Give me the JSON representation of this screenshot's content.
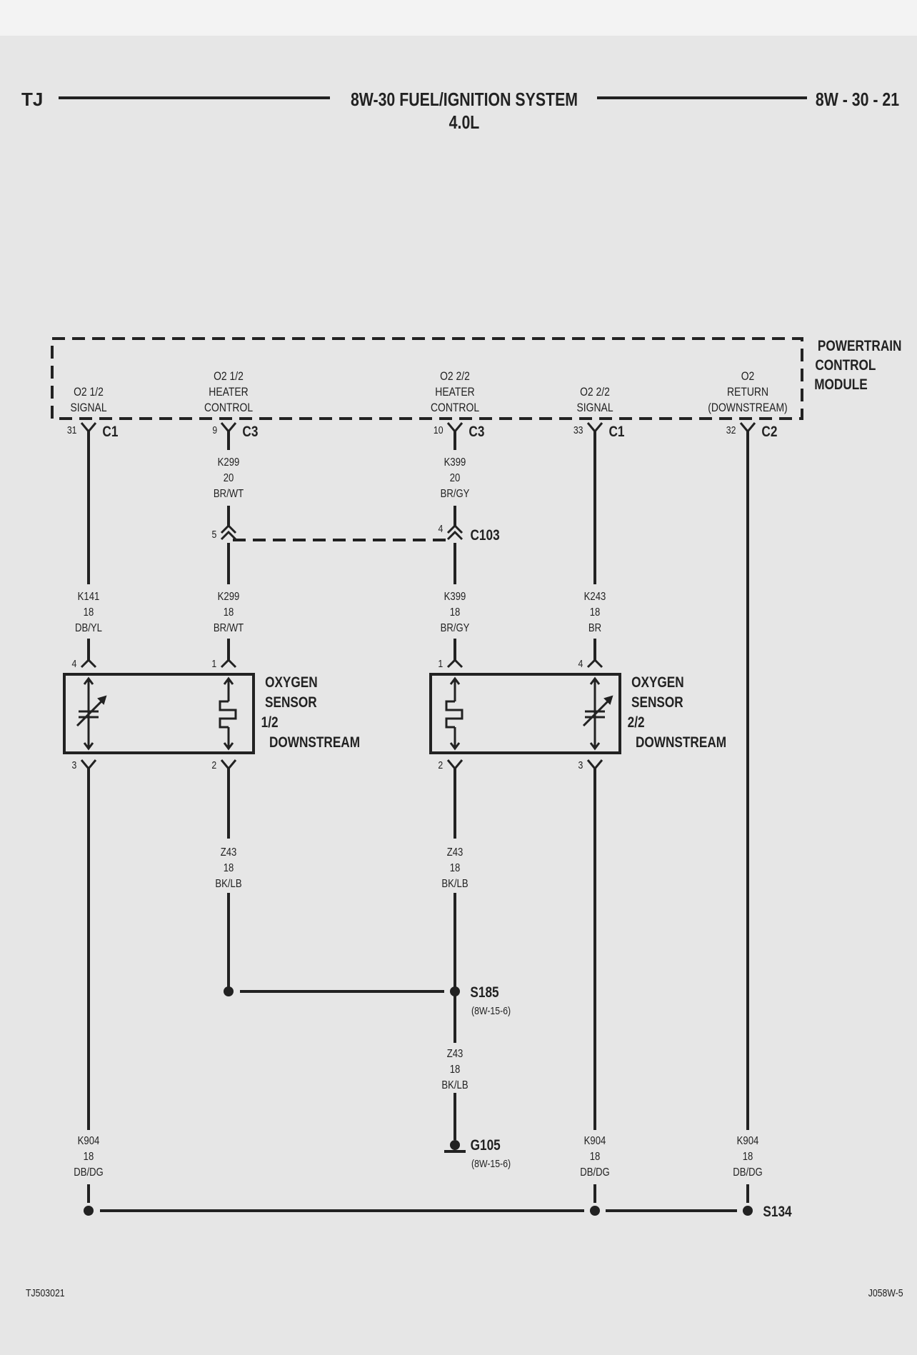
{
  "header": {
    "left": "TJ",
    "title": "8W-30 FUEL/IGNITION SYSTEM",
    "subtitle": "4.0L",
    "right": "8W - 30 - 21"
  },
  "module": {
    "name_lines": [
      "POWERTRAIN",
      "CONTROL",
      "MODULE"
    ],
    "pins": [
      {
        "label": [
          "O2 1/2",
          "SIGNAL"
        ],
        "pin": "31",
        "connector": "C1"
      },
      {
        "label": [
          "O2 1/2",
          "HEATER",
          "CONTROL"
        ],
        "pin": "9",
        "connector": "C3"
      },
      {
        "label": [
          "O2 2/2",
          "HEATER",
          "CONTROL"
        ],
        "pin": "10",
        "connector": "C3"
      },
      {
        "label": [
          "O2 2/2",
          "SIGNAL"
        ],
        "pin": "33",
        "connector": "C1"
      },
      {
        "label": [
          "O2",
          "RETURN",
          "(DOWNSTREAM)"
        ],
        "pin": "32",
        "connector": "C2"
      }
    ]
  },
  "wires": {
    "k299_upper": [
      "K299",
      "20",
      "BR/WT"
    ],
    "k399_upper": [
      "K399",
      "20",
      "BR/GY"
    ],
    "k141": [
      "K141",
      "18",
      "DB/YL"
    ],
    "k299_lower": [
      "K299",
      "18",
      "BR/WT"
    ],
    "k399_lower": [
      "K399",
      "18",
      "BR/GY"
    ],
    "k243": [
      "K243",
      "18",
      "BR"
    ],
    "z43_a": [
      "Z43",
      "18",
      "BK/LB"
    ],
    "z43_b": [
      "Z43",
      "18",
      "BK/LB"
    ],
    "z43_c": [
      "Z43",
      "18",
      "BK/LB"
    ],
    "k904_a": [
      "K904",
      "18",
      "DB/DG"
    ],
    "k904_b": [
      "K904",
      "18",
      "DB/DG"
    ],
    "k904_c": [
      "K904",
      "18",
      "DB/DG"
    ]
  },
  "connector_c103": {
    "name": "C103",
    "pin_left": "5",
    "pin_right": "4"
  },
  "sensor1": {
    "name_lines": [
      "OXYGEN",
      "SENSOR",
      "1/2",
      "DOWNSTREAM"
    ],
    "pin_top_left": "4",
    "pin_top_right": "1",
    "pin_bottom_left": "3",
    "pin_bottom_right": "2"
  },
  "sensor2": {
    "name_lines": [
      "OXYGEN",
      "SENSOR",
      "2/2",
      "DOWNSTREAM"
    ],
    "pin_top_left": "1",
    "pin_top_right": "4",
    "pin_bottom_left": "2",
    "pin_bottom_right": "3"
  },
  "splice_s185": {
    "name": "S185",
    "ref": "(8W-15-6)"
  },
  "ground_g105": {
    "name": "G105",
    "ref": "(8W-15-6)"
  },
  "splice_s134": {
    "name": "S134"
  },
  "footer": {
    "left": "TJ503021",
    "right": "J058W-5"
  }
}
